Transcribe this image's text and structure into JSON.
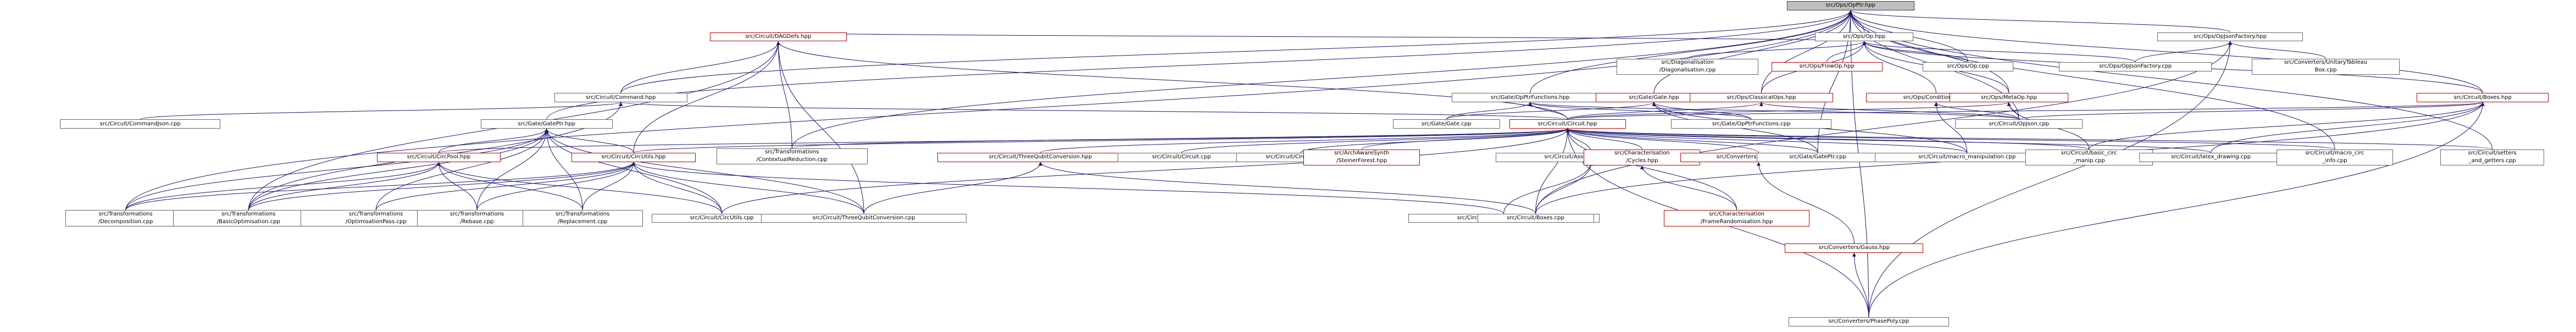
{
  "graph": {
    "root": "src/Ops/OpPtr.hpp",
    "nodes": [
      {
        "id": "opptr",
        "lines": [
          "src/Ops/OpPtr.hpp"
        ],
        "style": "root"
      },
      {
        "id": "op",
        "lines": [
          "src/Ops/Op.hpp"
        ],
        "style": "normal"
      },
      {
        "id": "opjsonfactory_hpp",
        "lines": [
          "src/Ops/OpJsonFactory.hpp"
        ],
        "style": "normal"
      },
      {
        "id": "dagdefs",
        "lines": [
          "src/Circuit/DAGDefs.hpp"
        ],
        "style": "red"
      },
      {
        "id": "diag",
        "lines": [
          "src/Diagonalisation",
          "/Diagonalisation.cpp"
        ],
        "style": "normal"
      },
      {
        "id": "flowop",
        "lines": [
          "src/Ops/FlowOp.hpp"
        ],
        "style": "red"
      },
      {
        "id": "op_cpp",
        "lines": [
          "src/Ops/Op.cpp"
        ],
        "style": "normal"
      },
      {
        "id": "opjsonfactory_cpp",
        "lines": [
          "src/Ops/OpJsonFactory.cpp"
        ],
        "style": "normal"
      },
      {
        "id": "unitarytableau",
        "lines": [
          "src/Converters/UnitaryTableau",
          "Box.cpp"
        ],
        "style": "normal"
      },
      {
        "id": "command_hpp",
        "lines": [
          "src/Circuit/Command.hpp"
        ],
        "style": "normal"
      },
      {
        "id": "opptrfunctions_hpp",
        "lines": [
          "src/Gate/OpPtrFunctions.hpp"
        ],
        "style": "normal"
      },
      {
        "id": "gate_hpp",
        "lines": [
          "src/Gate/Gate.hpp"
        ],
        "style": "red"
      },
      {
        "id": "classicalops",
        "lines": [
          "src/Ops/ClassicalOps.hpp"
        ],
        "style": "red"
      },
      {
        "id": "conditional",
        "lines": [
          "src/Ops/Conditional.hpp"
        ],
        "style": "red"
      },
      {
        "id": "metaop",
        "lines": [
          "src/Ops/MetaOp.hpp"
        ],
        "style": "red"
      },
      {
        "id": "boxes_hpp",
        "lines": [
          "src/Circuit/Boxes.hpp"
        ],
        "style": "red"
      },
      {
        "id": "commandjson",
        "lines": [
          "src/Circuit/CommandJson.cpp"
        ],
        "style": "normal"
      },
      {
        "id": "gateptr",
        "lines": [
          "src/Gate/GatePtr.hpp"
        ],
        "style": "normal"
      },
      {
        "id": "gate_cpp",
        "lines": [
          "src/Gate/Gate.cpp"
        ],
        "style": "normal"
      },
      {
        "id": "circuit_hpp",
        "lines": [
          "src/Circuit/Circuit.hpp"
        ],
        "style": "red"
      },
      {
        "id": "opptrfunctions_cpp",
        "lines": [
          "src/Gate/OpPtrFunctions.cpp"
        ],
        "style": "normal"
      },
      {
        "id": "opjson",
        "lines": [
          "src/Circuit/OpJson.cpp"
        ],
        "style": "normal"
      },
      {
        "id": "contextual",
        "lines": [
          "src/Transformations",
          "/ContextualReduction.cpp"
        ],
        "style": "normal"
      },
      {
        "id": "circpool",
        "lines": [
          "src/Circuit/CircPool.hpp"
        ],
        "style": "red"
      },
      {
        "id": "circutils_hpp",
        "lines": [
          "src/Circuit/CircUtils.hpp"
        ],
        "style": "red"
      },
      {
        "id": "threequbit_hpp",
        "lines": [
          "src/Circuit/ThreeQubitConversion.hpp"
        ],
        "style": "red"
      },
      {
        "id": "circuit_cpp",
        "lines": [
          "src/Circuit/Circuit.cpp"
        ],
        "style": "normal"
      },
      {
        "id": "circuitjson",
        "lines": [
          "src/Circuit/CircuitJson.cpp"
        ],
        "style": "normal"
      },
      {
        "id": "steiner",
        "lines": [
          "src/ArchAwareSynth",
          "/SteinerForest.hpp"
        ],
        "style": "red"
      },
      {
        "id": "assertionsynth_hpp",
        "lines": [
          "src/Circuit/AssertionSynthesis.hpp"
        ],
        "style": "normal"
      },
      {
        "id": "cycles",
        "lines": [
          "src/Characterisation",
          "/Cycles.hpp"
        ],
        "style": "red"
      },
      {
        "id": "converters_hpp",
        "lines": [
          "src/Converters/Converters.hpp"
        ],
        "style": "red"
      },
      {
        "id": "gateptr_cpp",
        "lines": [
          "src/Gate/GatePtr.cpp"
        ],
        "style": "normal"
      },
      {
        "id": "macro_manip",
        "lines": [
          "src/Circuit/macro_manipulation.cpp"
        ],
        "style": "normal"
      },
      {
        "id": "basic_circ",
        "lines": [
          "src/Circuit/basic_circ",
          "_manip.cpp"
        ],
        "style": "normal"
      },
      {
        "id": "latex",
        "lines": [
          "src/Circuit/latex_drawing.cpp"
        ],
        "style": "normal"
      },
      {
        "id": "macro_circ_info",
        "lines": [
          "src/Circuit/macro_circ",
          "_info.cpp"
        ],
        "style": "normal"
      },
      {
        "id": "setters",
        "lines": [
          "src/Circuit/setters",
          "_and_getters.cpp"
        ],
        "style": "normal"
      },
      {
        "id": "decomposition",
        "lines": [
          "src/Transformations",
          "/Decomposition.cpp"
        ],
        "style": "normal"
      },
      {
        "id": "basicopt",
        "lines": [
          "src/Transformations",
          "/BasicOptimisation.cpp"
        ],
        "style": "normal"
      },
      {
        "id": "optpass",
        "lines": [
          "src/Transformations",
          "/OptimisationPass.cpp"
        ],
        "style": "normal"
      },
      {
        "id": "rebase",
        "lines": [
          "src/Transformations",
          "/Rebase.cpp"
        ],
        "style": "normal"
      },
      {
        "id": "replacement",
        "lines": [
          "src/Transformations",
          "/Replacement.cpp"
        ],
        "style": "normal"
      },
      {
        "id": "circutils_cpp",
        "lines": [
          "src/Circuit/CircUtils.cpp"
        ],
        "style": "normal"
      },
      {
        "id": "threequbit_cpp",
        "lines": [
          "src/Circuit/ThreeQubitConversion.cpp"
        ],
        "style": "normal"
      },
      {
        "id": "assertionsynth_cpp",
        "lines": [
          "src/Circuit/AssertionSynthesis.cpp"
        ],
        "style": "normal"
      },
      {
        "id": "boxes_cpp",
        "lines": [
          "src/Circuit/Boxes.cpp"
        ],
        "style": "normal"
      },
      {
        "id": "framerand",
        "lines": [
          "src/Characterisation",
          "/FrameRandomisation.hpp"
        ],
        "style": "red"
      },
      {
        "id": "gauss",
        "lines": [
          "src/Converters/Gauss.hpp"
        ],
        "style": "red"
      },
      {
        "id": "phasepoly",
        "lines": [
          "src/Converters/PhasePoly.cpp"
        ],
        "style": "normal"
      }
    ],
    "edges": [
      [
        "op",
        "opptr"
      ],
      [
        "opjsonfactory_hpp",
        "opptr"
      ],
      [
        "command_hpp",
        "opptr"
      ],
      [
        "opptrfunctions_hpp",
        "opptr"
      ],
      [
        "gate_hpp",
        "opptr"
      ],
      [
        "classicalops",
        "opptr"
      ],
      [
        "metaop",
        "opptr"
      ],
      [
        "op_cpp",
        "opptr"
      ],
      [
        "gateptr",
        "opptr"
      ],
      [
        "opjson",
        "opptr"
      ],
      [
        "contextual",
        "opptr"
      ],
      [
        "boxes_hpp",
        "opptr"
      ],
      [
        "gateptr_cpp",
        "opptr"
      ],
      [
        "macro_circ_info",
        "opptr"
      ],
      [
        "setters",
        "opptr"
      ],
      [
        "decomposition",
        "opptr"
      ],
      [
        "phasepoly",
        "opptr"
      ],
      [
        "dagdefs",
        "op"
      ],
      [
        "diag",
        "op"
      ],
      [
        "flowop",
        "op"
      ],
      [
        "op_cpp",
        "op"
      ],
      [
        "opjsonfactory_cpp",
        "op"
      ],
      [
        "classicalops",
        "op"
      ],
      [
        "conditional",
        "op"
      ],
      [
        "metaop",
        "op"
      ],
      [
        "boxes_hpp",
        "op"
      ],
      [
        "opjsonfactory_cpp",
        "opjsonfactory_hpp"
      ],
      [
        "unitarytableau",
        "opjsonfactory_hpp"
      ],
      [
        "boxes_cpp",
        "opjsonfactory_hpp"
      ],
      [
        "phasepoly",
        "opjsonfactory_hpp"
      ],
      [
        "command_hpp",
        "dagdefs"
      ],
      [
        "circuit_hpp",
        "dagdefs"
      ],
      [
        "circutils_hpp",
        "dagdefs"
      ],
      [
        "contextual",
        "dagdefs"
      ],
      [
        "basicopt",
        "dagdefs"
      ],
      [
        "threequbit_cpp",
        "dagdefs"
      ],
      [
        "commandjson",
        "command_hpp"
      ],
      [
        "circuit_hpp",
        "command_hpp"
      ],
      [
        "basicopt",
        "command_hpp"
      ],
      [
        "gate_cpp",
        "opptrfunctions_hpp"
      ],
      [
        "opptrfunctions_cpp",
        "opptrfunctions_hpp"
      ],
      [
        "opjson",
        "opptrfunctions_hpp"
      ],
      [
        "circuit_hpp",
        "opptrfunctions_hpp"
      ],
      [
        "gate_cpp",
        "gate_hpp"
      ],
      [
        "opptrfunctions_cpp",
        "gate_hpp"
      ],
      [
        "gateptr_cpp",
        "gate_hpp"
      ],
      [
        "macro_manip",
        "gate_hpp"
      ],
      [
        "circuit_hpp",
        "classicalops"
      ],
      [
        "opjson",
        "classicalops"
      ],
      [
        "opjson",
        "conditional"
      ],
      [
        "macro_manip",
        "conditional"
      ],
      [
        "circuit_hpp",
        "metaop"
      ],
      [
        "opjson",
        "metaop"
      ],
      [
        "basic_circ",
        "metaop"
      ],
      [
        "circuit_hpp",
        "boxes_hpp"
      ],
      [
        "opjson",
        "boxes_hpp"
      ],
      [
        "basic_circ",
        "boxes_hpp"
      ],
      [
        "latex",
        "boxes_hpp"
      ],
      [
        "boxes_cpp",
        "boxes_hpp"
      ],
      [
        "phasepoly",
        "boxes_hpp"
      ],
      [
        "circpool",
        "gateptr"
      ],
      [
        "circutils_hpp",
        "gateptr"
      ],
      [
        "decomposition",
        "gateptr"
      ],
      [
        "basicopt",
        "gateptr"
      ],
      [
        "optpass",
        "gateptr"
      ],
      [
        "rebase",
        "gateptr"
      ],
      [
        "replacement",
        "gateptr"
      ],
      [
        "circutils_cpp",
        "gateptr"
      ],
      [
        "threequbit_cpp",
        "gateptr"
      ],
      [
        "circpool",
        "circuit_hpp"
      ],
      [
        "circutils_hpp",
        "circuit_hpp"
      ],
      [
        "threequbit_hpp",
        "circuit_hpp"
      ],
      [
        "circuit_cpp",
        "circuit_hpp"
      ],
      [
        "circuitjson",
        "circuit_hpp"
      ],
      [
        "steiner",
        "circuit_hpp"
      ],
      [
        "assertionsynth_hpp",
        "circuit_hpp"
      ],
      [
        "cycles",
        "circuit_hpp"
      ],
      [
        "converters_hpp",
        "circuit_hpp"
      ],
      [
        "gateptr_cpp",
        "circuit_hpp"
      ],
      [
        "macro_manip",
        "circuit_hpp"
      ],
      [
        "basic_circ",
        "circuit_hpp"
      ],
      [
        "latex",
        "circuit_hpp"
      ],
      [
        "macro_circ_info",
        "circuit_hpp"
      ],
      [
        "setters",
        "circuit_hpp"
      ],
      [
        "contextual",
        "circuit_hpp"
      ],
      [
        "circutils_cpp",
        "circuit_hpp"
      ],
      [
        "boxes_cpp",
        "circuit_hpp"
      ],
      [
        "framerand",
        "circuit_hpp"
      ],
      [
        "phasepoly",
        "circuit_hpp"
      ],
      [
        "decomposition",
        "circpool"
      ],
      [
        "basicopt",
        "circpool"
      ],
      [
        "rebase",
        "circpool"
      ],
      [
        "replacement",
        "circpool"
      ],
      [
        "circutils_cpp",
        "circpool"
      ],
      [
        "decomposition",
        "circutils_hpp"
      ],
      [
        "basicopt",
        "circutils_hpp"
      ],
      [
        "optpass",
        "circutils_hpp"
      ],
      [
        "rebase",
        "circutils_hpp"
      ],
      [
        "replacement",
        "circutils_hpp"
      ],
      [
        "circutils_cpp",
        "circutils_hpp"
      ],
      [
        "threequbit_cpp",
        "circutils_hpp"
      ],
      [
        "assertionsynth_cpp",
        "circutils_hpp"
      ],
      [
        "threequbit_cpp",
        "threequbit_hpp"
      ],
      [
        "boxes_cpp",
        "threequbit_hpp"
      ],
      [
        "assertionsynth_cpp",
        "assertionsynth_hpp"
      ],
      [
        "boxes_cpp",
        "assertionsynth_hpp"
      ],
      [
        "framerand",
        "cycles"
      ],
      [
        "gauss",
        "converters_hpp"
      ],
      [
        "phasepoly",
        "gauss"
      ]
    ]
  }
}
